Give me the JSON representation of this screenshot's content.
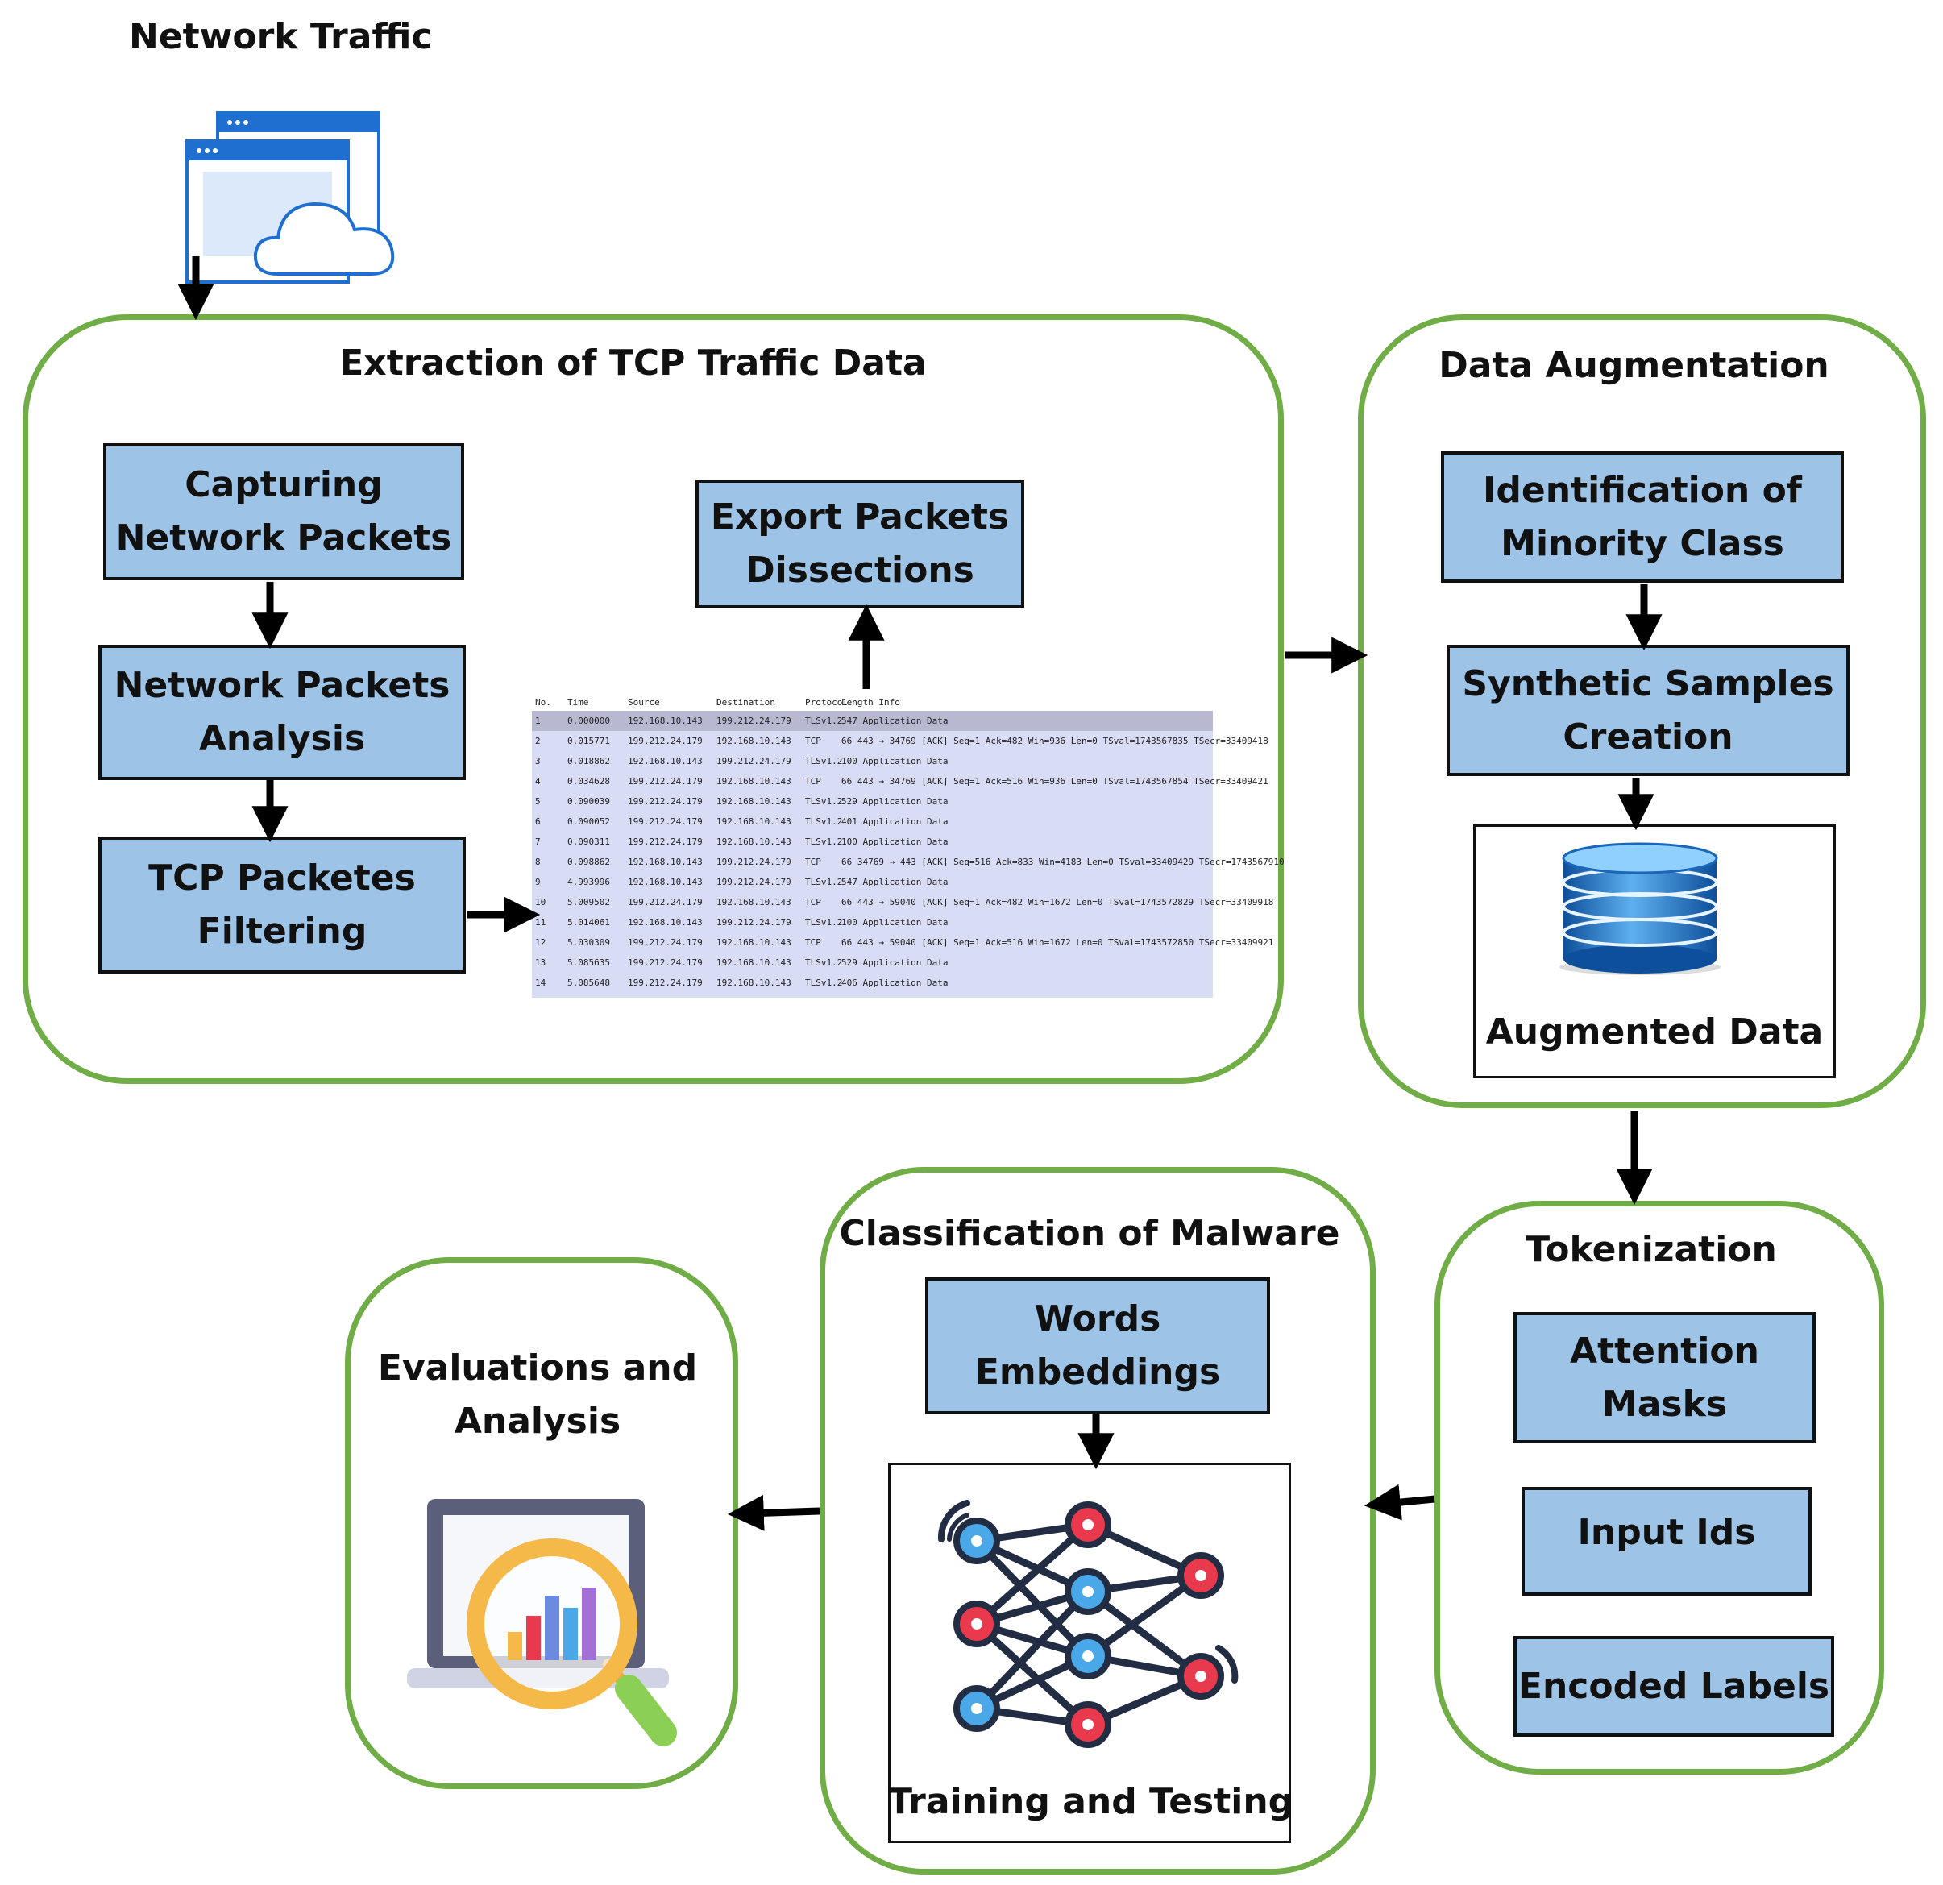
{
  "network_traffic_label": "Network Traffic",
  "extraction": {
    "title": "Extraction of TCP Traffic Data",
    "capturing": "Capturing\nNetwork Packets",
    "analysis": "Network Packets\nAnalysis",
    "filtering": "TCP Packetes\nFiltering",
    "export": "Export Packets\nDissections",
    "packet_table": {
      "headers": [
        "No.",
        "Time",
        "Source",
        "Destination",
        "Protocol",
        "Length  Info"
      ],
      "rows": [
        [
          "1",
          "0.000000",
          "192.168.10.143",
          "199.212.24.179",
          "TLSv1.2",
          "547 Application Data"
        ],
        [
          "2",
          "0.015771",
          "199.212.24.179",
          "192.168.10.143",
          "TCP",
          "66 443 → 34769 [ACK] Seq=1 Ack=482 Win=936 Len=0 TSval=1743567835 TSecr=33409418"
        ],
        [
          "3",
          "0.018862",
          "192.168.10.143",
          "199.212.24.179",
          "TLSv1.2",
          "100 Application Data"
        ],
        [
          "4",
          "0.034628",
          "199.212.24.179",
          "192.168.10.143",
          "TCP",
          "66 443 → 34769 [ACK] Seq=1 Ack=516 Win=936 Len=0 TSval=1743567854 TSecr=33409421"
        ],
        [
          "5",
          "0.090039",
          "199.212.24.179",
          "192.168.10.143",
          "TLSv1.2",
          "529 Application Data"
        ],
        [
          "6",
          "0.090052",
          "199.212.24.179",
          "192.168.10.143",
          "TLSv1.2",
          "401 Application Data"
        ],
        [
          "7",
          "0.090311",
          "199.212.24.179",
          "192.168.10.143",
          "TLSv1.2",
          "100 Application Data"
        ],
        [
          "8",
          "0.098862",
          "192.168.10.143",
          "199.212.24.179",
          "TCP",
          "66 34769 → 443 [ACK] Seq=516 Ack=833 Win=4183 Len=0 TSval=33409429 TSecr=1743567910"
        ],
        [
          "9",
          "4.993996",
          "192.168.10.143",
          "199.212.24.179",
          "TLSv1.2",
          "547 Application Data"
        ],
        [
          "10",
          "5.009502",
          "199.212.24.179",
          "192.168.10.143",
          "TCP",
          "66 443 → 59040 [ACK] Seq=1 Ack=482 Win=1672 Len=0 TSval=1743572829 TSecr=33409918"
        ],
        [
          "11",
          "5.014061",
          "192.168.10.143",
          "199.212.24.179",
          "TLSv1.2",
          "100 Application Data"
        ],
        [
          "12",
          "5.030309",
          "199.212.24.179",
          "192.168.10.143",
          "TCP",
          "66 443 → 59040 [ACK] Seq=1 Ack=516 Win=1672 Len=0 TSval=1743572850 TSecr=33409921"
        ],
        [
          "13",
          "5.085635",
          "199.212.24.179",
          "192.168.10.143",
          "TLSv1.2",
          "529 Application Data"
        ],
        [
          "14",
          "5.085648",
          "199.212.24.179",
          "192.168.10.143",
          "TLSv1.2",
          "406 Application Data"
        ]
      ]
    }
  },
  "augmentation": {
    "title": "Data Augmentation",
    "identification": "Identification of\nMinority Class",
    "synthetic": "Synthetic Samples\nCreation",
    "augmented": "Augmented Data"
  },
  "tokenization": {
    "title": "Tokenization",
    "attention": "Attention\nMasks",
    "input_ids": "Input Ids",
    "encoded": "Encoded Labels"
  },
  "classification": {
    "title": "Classification of Malware",
    "embeddings": "Words\nEmbeddings",
    "training": "Training and Testing"
  },
  "evaluation": {
    "title": "Evaluations and\nAnalysis"
  },
  "colors": {
    "group_border": "#70ad47",
    "box_fill": "#9dc3e6"
  }
}
